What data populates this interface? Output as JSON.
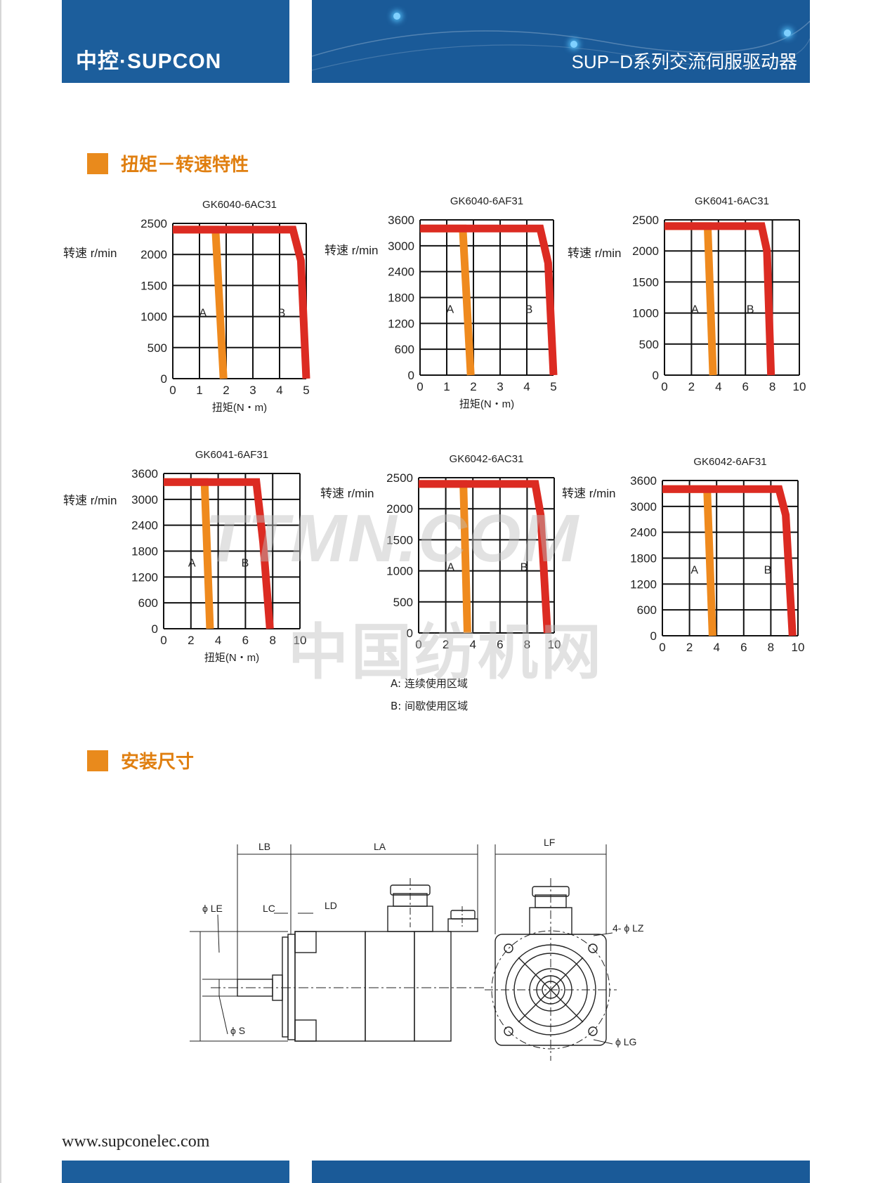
{
  "header": {
    "logo": "中控·SUPCON",
    "title": "SUP−D系列交流伺服驱动器"
  },
  "sections": {
    "torque_speed": "扭矩－转速特性",
    "dimensions": "安装尺寸"
  },
  "legend": {
    "a": "A:  连续使用区域",
    "b": "B:  间歇使用区域"
  },
  "chart_data": [
    {
      "type": "line",
      "title": "GK6040-6AC31",
      "ylabel": "转速 r/min",
      "xlabel": "扭矩(N・m)",
      "xticks": [
        0,
        1,
        2,
        3,
        4,
        5
      ],
      "yticks": [
        0,
        500,
        1000,
        1500,
        2000,
        2500
      ],
      "xlim": [
        0,
        5
      ],
      "ylim": [
        0,
        2500
      ],
      "series": [
        {
          "name": "A",
          "color": "#ef8a1e",
          "x": [
            0,
            1.6,
            1.9
          ],
          "y": [
            2400,
            2400,
            0
          ]
        },
        {
          "name": "B",
          "color": "#dc2b22",
          "x": [
            0,
            4.5,
            4.8,
            5.0
          ],
          "y": [
            2400,
            2400,
            1900,
            0
          ]
        }
      ]
    },
    {
      "type": "line",
      "title": "GK6040-6AF31",
      "ylabel": "转速 r/min",
      "xlabel": "扭矩(N・m)",
      "xticks": [
        0,
        1,
        2,
        3,
        4,
        5
      ],
      "yticks": [
        0,
        600,
        1200,
        1800,
        2400,
        3000,
        3600
      ],
      "xlim": [
        0,
        5
      ],
      "ylim": [
        0,
        3600
      ],
      "series": [
        {
          "name": "A",
          "color": "#ef8a1e",
          "x": [
            0,
            1.6,
            1.9
          ],
          "y": [
            3400,
            3400,
            0
          ]
        },
        {
          "name": "B",
          "color": "#dc2b22",
          "x": [
            0,
            4.5,
            4.8,
            5.0
          ],
          "y": [
            3400,
            3400,
            2600,
            0
          ]
        }
      ]
    },
    {
      "type": "line",
      "title": "GK6041-6AC31",
      "ylabel": "转速 r/min",
      "xlabel": "",
      "xticks": [
        0,
        2,
        4,
        6,
        8,
        10
      ],
      "yticks": [
        0,
        500,
        1000,
        1500,
        2000,
        2500
      ],
      "xlim": [
        0,
        10
      ],
      "ylim": [
        0,
        2500
      ],
      "series": [
        {
          "name": "A",
          "color": "#ef8a1e",
          "x": [
            0,
            3.2,
            3.6
          ],
          "y": [
            2400,
            2400,
            0
          ]
        },
        {
          "name": "B",
          "color": "#dc2b22",
          "x": [
            0,
            7.2,
            7.6,
            7.9
          ],
          "y": [
            2400,
            2400,
            2000,
            0
          ]
        }
      ]
    },
    {
      "type": "line",
      "title": "GK6041-6AF31",
      "ylabel": "转速 r/min",
      "xlabel": "扭矩(N・m)",
      "xticks": [
        0,
        2,
        4,
        6,
        8,
        10
      ],
      "yticks": [
        0,
        600,
        1200,
        1800,
        2400,
        3000,
        3600
      ],
      "xlim": [
        0,
        10
      ],
      "ylim": [
        0,
        3600
      ],
      "series": [
        {
          "name": "A",
          "color": "#ef8a1e",
          "x": [
            0,
            3.0,
            3.4
          ],
          "y": [
            3400,
            3400,
            0
          ]
        },
        {
          "name": "B",
          "color": "#dc2b22",
          "x": [
            0,
            6.8,
            7.3,
            7.8
          ],
          "y": [
            3400,
            3400,
            2000,
            0
          ]
        }
      ]
    },
    {
      "type": "line",
      "title": "GK6042-6AC31",
      "ylabel": "转速 r/min",
      "xlabel": "",
      "xticks": [
        0,
        2,
        4,
        6,
        8,
        10
      ],
      "yticks": [
        0,
        500,
        1000,
        1500,
        2000,
        2500
      ],
      "xlim": [
        0,
        10
      ],
      "ylim": [
        0,
        2500
      ],
      "series": [
        {
          "name": "A",
          "color": "#ef8a1e",
          "x": [
            0,
            3.3,
            3.6
          ],
          "y": [
            2400,
            2400,
            0
          ]
        },
        {
          "name": "B",
          "color": "#dc2b22",
          "x": [
            0,
            8.6,
            9.0,
            9.5
          ],
          "y": [
            2400,
            2400,
            1900,
            0
          ]
        }
      ]
    },
    {
      "type": "line",
      "title": "GK6042-6AF31",
      "ylabel": "转速 r/min",
      "xlabel": "",
      "xticks": [
        0,
        2,
        4,
        6,
        8,
        10
      ],
      "yticks": [
        0,
        600,
        1200,
        1800,
        2400,
        3000,
        3600
      ],
      "xlim": [
        0,
        10
      ],
      "ylim": [
        0,
        3600
      ],
      "series": [
        {
          "name": "A",
          "color": "#ef8a1e",
          "x": [
            0,
            3.3,
            3.7
          ],
          "y": [
            3400,
            3400,
            0
          ]
        },
        {
          "name": "B",
          "color": "#dc2b22",
          "x": [
            0,
            8.6,
            9.1,
            9.6
          ],
          "y": [
            3400,
            3400,
            2800,
            0
          ]
        }
      ]
    }
  ],
  "drawing_labels": {
    "lb": "LB",
    "la": "LA",
    "lf": "LF",
    "le": "ϕ LE",
    "lc": "LC",
    "ld": "LD",
    "s": "ϕ S",
    "lz": "4- ϕ LZ",
    "lg": "ϕ LG"
  },
  "watermark": {
    "line1": "TTMN.COM",
    "line2": "中国纺机网"
  },
  "footer": {
    "url": "www.supconelec.com"
  },
  "colors": {
    "brand_blue": "#1c5e9c",
    "accent_orange": "#e98a1c",
    "curve_a": "#ef8a1e",
    "curve_b": "#dc2b22"
  }
}
